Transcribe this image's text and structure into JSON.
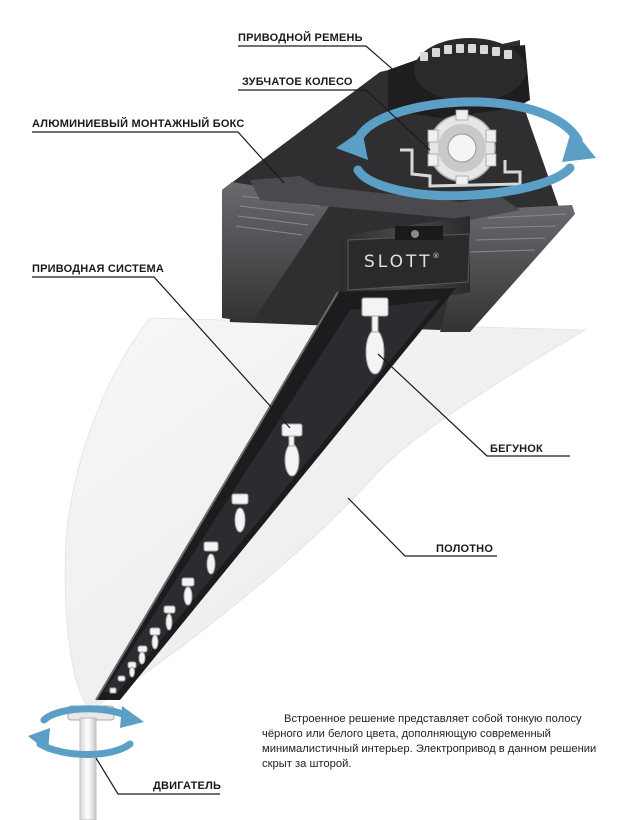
{
  "brand": {
    "logo_text": "SLOTT",
    "reg_mark": "®"
  },
  "labels": {
    "drive_belt": "ПРИВОДНОЙ РЕМЕНЬ",
    "gear_wheel": "ЗУБЧАТОЕ КОЛЕСО",
    "mount_box": "АЛЮМИНИЕВЫЙ МОНТАЖНЫЙ БОКС",
    "drive_system": "ПРИВОДНАЯ СИСТЕМА",
    "runner": "БЕГУНОК",
    "fabric": "ПОЛОТНО",
    "motor": "ДВИГАТЕЛЬ"
  },
  "description": "Встроенное решение представляет собой тонкую полосу чёрного или белого цвета, дополняющую современный минималистичный интерьер. Электропривод в данном решении скрыт за шторой.",
  "colors": {
    "arrow_blue": "#5b9fc6",
    "rail_dark": "#3a3a3c",
    "rail_light": "#5a5a5e",
    "fabric": "#f1f1f1"
  }
}
